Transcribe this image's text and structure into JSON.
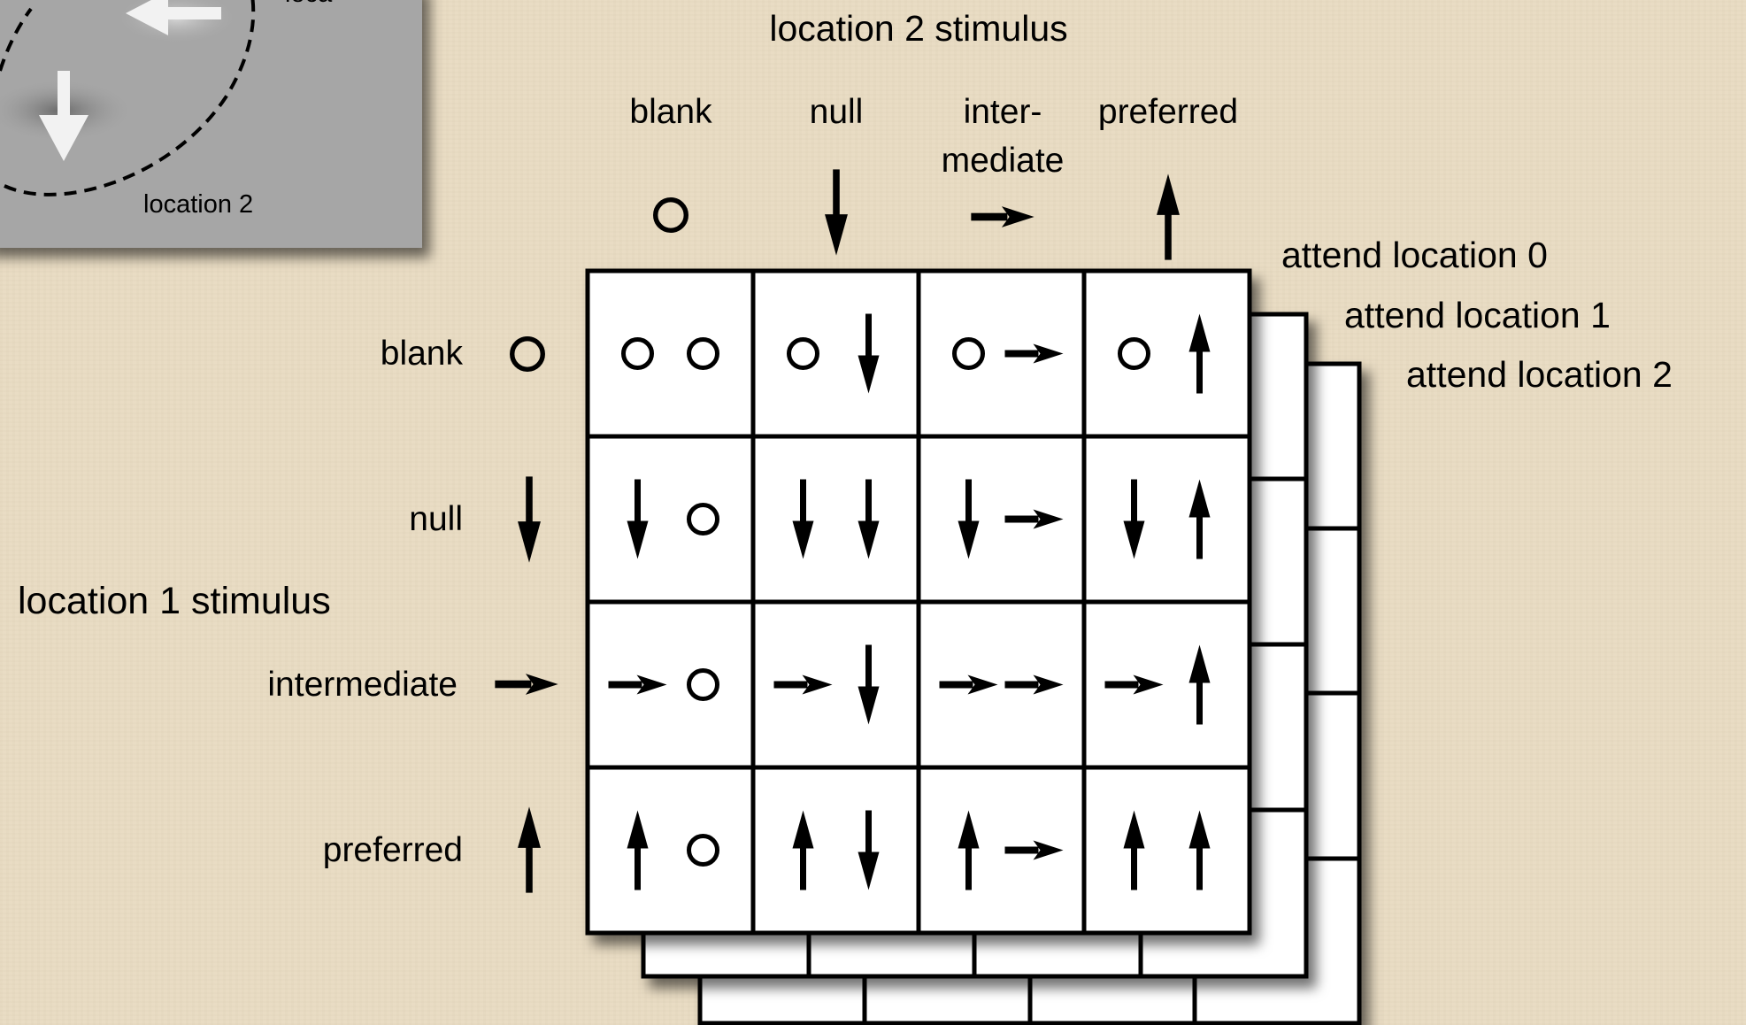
{
  "inset": {
    "location_label": "location 2",
    "partial_label": "loca"
  },
  "column_header": {
    "title": "location 2 stimulus",
    "labels": [
      "blank",
      "null",
      "inter-",
      "preferred"
    ],
    "intermediate_second_line": "mediate",
    "symbols": [
      "circle",
      "arrow-down",
      "arrow-right",
      "arrow-up"
    ]
  },
  "row_header": {
    "title": "location 1 stimulus",
    "labels": [
      "blank",
      "null",
      "intermediate",
      "preferred"
    ],
    "symbols": [
      "circle",
      "arrow-down",
      "arrow-right",
      "arrow-up"
    ]
  },
  "layers": {
    "labels": [
      "attend location 0",
      "attend location 1",
      "attend location 2"
    ]
  },
  "grid": {
    "rows": 4,
    "cols": 4,
    "cell_content": "pair of location 1 symbol and location 2 symbol"
  },
  "colors": {
    "background": "#e9dcc2",
    "inset_gray": "#a6a6a6",
    "grid_fill": "#ffffff",
    "stroke": "#000000"
  }
}
